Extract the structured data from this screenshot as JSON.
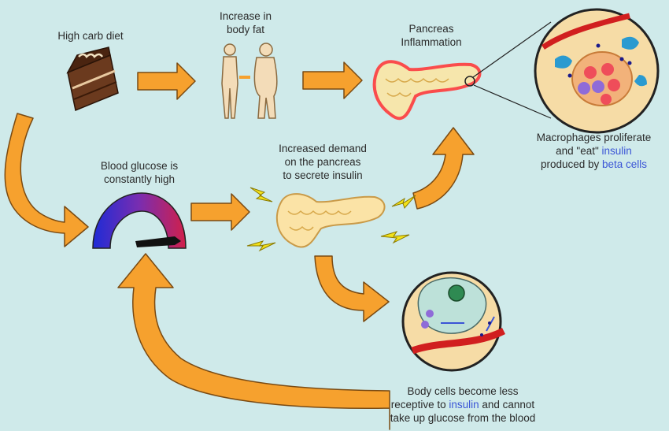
{
  "labels": {
    "diet": "High carb diet",
    "fat_1": "Increase in",
    "fat_2": "body fat",
    "infl_1": "Pancreas",
    "infl_2": "Inflammation",
    "glucose_1": "Blood glucose is",
    "glucose_2": "constantly high",
    "demand_1": "Increased demand",
    "demand_2": "on the pancreas",
    "demand_3": "to secrete insulin",
    "macro_1a": "Macrophages proliferate",
    "macro_2a": "and \"eat\" ",
    "macro_2b": "insulin",
    "macro_3a": "produced by ",
    "macro_3b": "beta cells",
    "body_1": "Body cells  become less",
    "body_2a": "receptive to ",
    "body_2b": "insulin",
    "body_2c": " and cannot",
    "body_3": "take up glucose from the blood"
  },
  "colors": {
    "background": "#cfeaea",
    "arrow": "#f6a12e",
    "arrow_outline": "#7a4a12",
    "insulin_text": "#3b55d6",
    "inflammation_glow": "#ff3b3b"
  },
  "icons": [
    "cake-icon",
    "body-fat-icon",
    "pancreas-inflamed-icon",
    "macrophage-circle-icon",
    "gauge-icon",
    "pancreas-icon",
    "lightning-icon",
    "cell-circle-icon"
  ]
}
